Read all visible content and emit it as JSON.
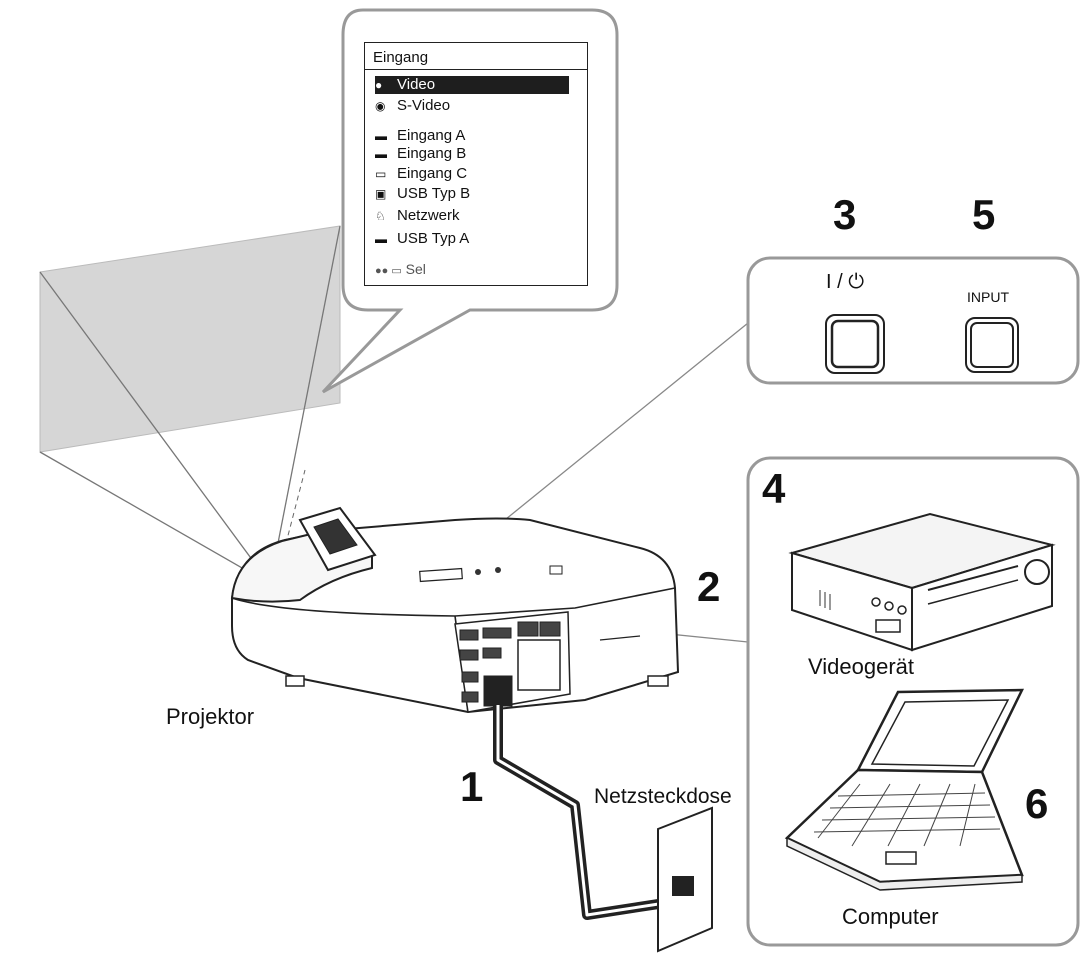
{
  "steps": [
    "1",
    "2",
    "3",
    "4",
    "5",
    "6"
  ],
  "labels": {
    "projector": "Projektor",
    "outlet": "Netzsteckdose",
    "video_device": "Videogerät",
    "computer": "Computer"
  },
  "buttons": {
    "power_label": "I / ⏻",
    "input_label": "INPUT"
  },
  "menu": {
    "title": "Eingang",
    "items": [
      {
        "label": "Video",
        "icon": "video-jack-icon",
        "selected": true
      },
      {
        "label": "S-Video",
        "icon": "s-video-jack-icon",
        "selected": false
      },
      {
        "label": "Eingang A",
        "icon": "vga-port-icon",
        "selected": false
      },
      {
        "label": "Eingang B",
        "icon": "hdmi-port-icon",
        "selected": false
      },
      {
        "label": "Eingang C",
        "icon": "dvi-port-icon",
        "selected": false
      },
      {
        "label": "USB Typ B",
        "icon": "usb-b-port-icon",
        "selected": false
      },
      {
        "label": "Netzwerk",
        "icon": "network-icon",
        "selected": false
      },
      {
        "label": "USB Typ A",
        "icon": "usb-a-port-icon",
        "selected": false
      }
    ],
    "footer": "Sel"
  }
}
